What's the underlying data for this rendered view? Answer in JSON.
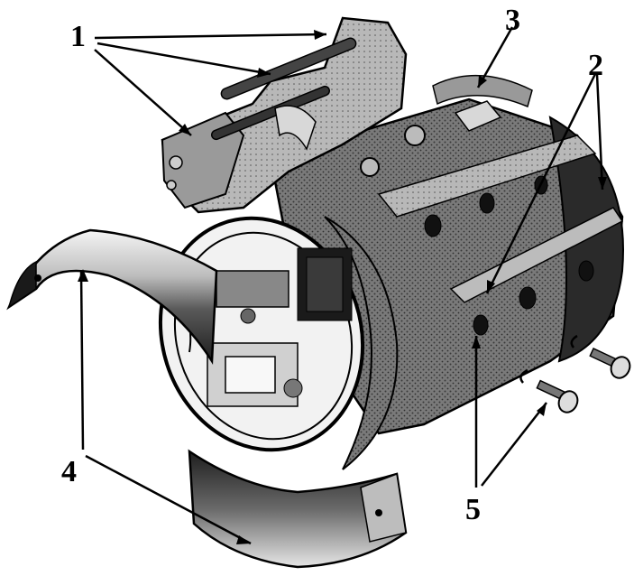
{
  "figure": {
    "labels": [
      "1",
      "2",
      "3",
      "4",
      "5"
    ]
  },
  "colors": {
    "ink": "#000000",
    "housing_dark": "#5a5a5a",
    "housing_mid": "#8c8c8c",
    "housing_light": "#c9c9c9",
    "band_light": "#e8e8e8",
    "background": "#ffffff"
  }
}
